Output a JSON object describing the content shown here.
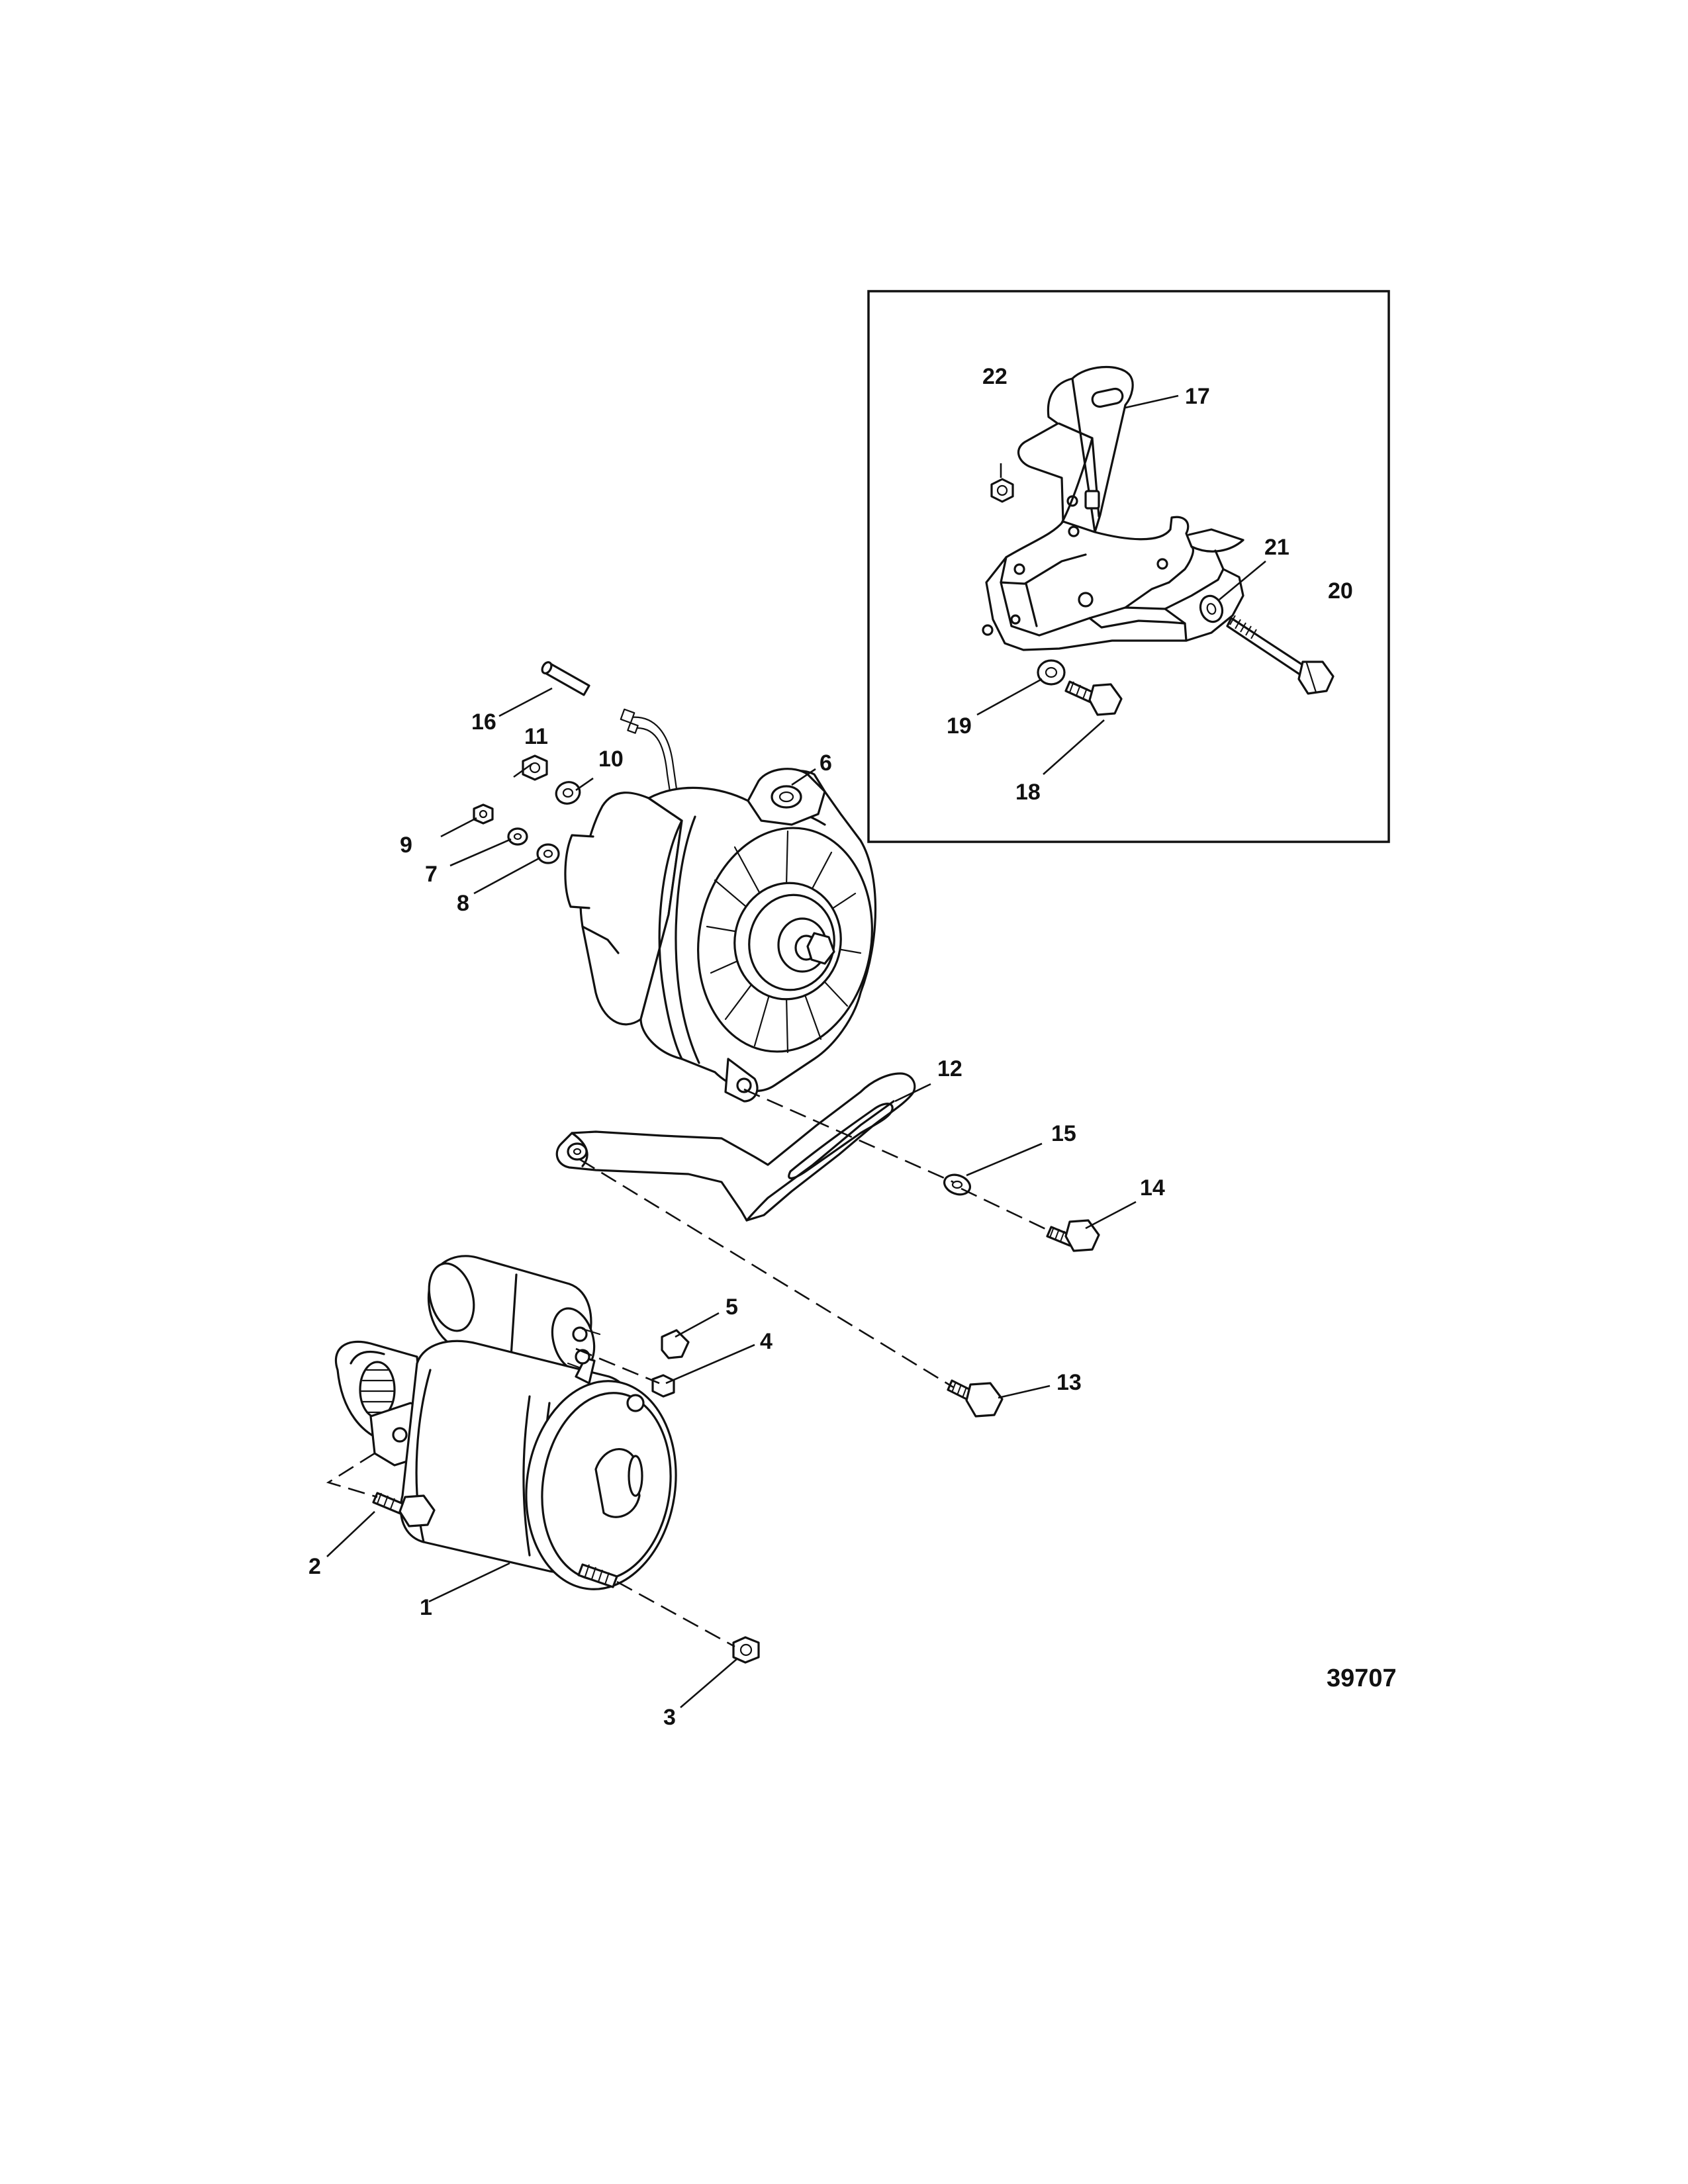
{
  "diagram": {
    "drawing_number": "39707",
    "callouts": [
      {
        "id": "c1",
        "label": "1"
      },
      {
        "id": "c2",
        "label": "2"
      },
      {
        "id": "c3",
        "label": "3"
      },
      {
        "id": "c4",
        "label": "4"
      },
      {
        "id": "c5",
        "label": "5"
      },
      {
        "id": "c6",
        "label": "6"
      },
      {
        "id": "c7",
        "label": "7"
      },
      {
        "id": "c8",
        "label": "8"
      },
      {
        "id": "c9",
        "label": "9"
      },
      {
        "id": "c10",
        "label": "10"
      },
      {
        "id": "c11",
        "label": "11"
      },
      {
        "id": "c12",
        "label": "12"
      },
      {
        "id": "c13",
        "label": "13"
      },
      {
        "id": "c14",
        "label": "14"
      },
      {
        "id": "c15",
        "label": "15"
      },
      {
        "id": "c16",
        "label": "16"
      },
      {
        "id": "c17",
        "label": "17"
      },
      {
        "id": "c18",
        "label": "18"
      },
      {
        "id": "c19",
        "label": "19"
      },
      {
        "id": "c20",
        "label": "20"
      },
      {
        "id": "c21",
        "label": "21"
      },
      {
        "id": "c22",
        "label": "22"
      }
    ]
  }
}
